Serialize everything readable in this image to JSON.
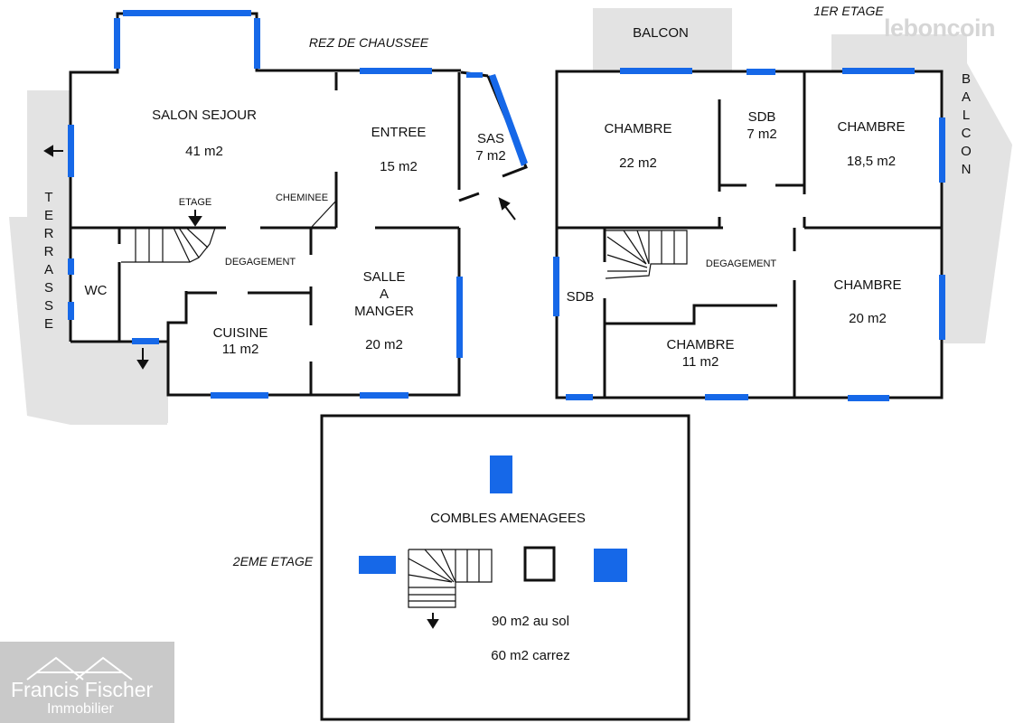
{
  "levels": {
    "ground": "REZ DE CHAUSSEE",
    "first": "1ER ETAGE",
    "second": "2EME ETAGE"
  },
  "ground_floor": {
    "terrasse": "TERRASSE",
    "salon": {
      "name": "SALON SEJOUR",
      "area": "41 m2"
    },
    "entree": {
      "name": "ENTREE",
      "area": "15 m2"
    },
    "sas": {
      "name": "SAS",
      "area": "7 m2"
    },
    "etage": "ETAGE",
    "cheminee": "CHEMINEE",
    "degagement": "DEGAGEMENT",
    "wc": "WC",
    "cuisine": {
      "name": "CUISINE",
      "area": "11 m2"
    },
    "salle_a_manger": {
      "line1": "SALLE",
      "line2": "A",
      "line3": "MANGER",
      "area": "20 m2"
    }
  },
  "first_floor": {
    "balcon_top": "BALCON",
    "balcon_side": "BALCON",
    "chambre_a": {
      "name": "CHAMBRE",
      "area": "22 m2"
    },
    "sdb_a": {
      "name": "SDB",
      "area": "7 m2"
    },
    "chambre_b": {
      "name": "CHAMBRE",
      "area": "18,5 m2"
    },
    "degagement": "DEGAGEMENT",
    "sdb_b": "SDB",
    "chambre_c": {
      "name": "CHAMBRE",
      "area": "11 m2"
    },
    "chambre_d": {
      "name": "CHAMBRE",
      "area": "20 m2"
    }
  },
  "second_floor": {
    "title": "COMBLES AMENAGEES",
    "area_floor": "90 m2 au sol",
    "area_carrez": "60 m2 carrez"
  },
  "watermark": "leboncoin",
  "agency": {
    "name": "Francis Fischer",
    "sub": "Immobilier"
  },
  "colors": {
    "window": "#1668e8",
    "wall": "#111111",
    "outside": "#e3e3e3",
    "agency_bg": "#c9c9c9"
  }
}
